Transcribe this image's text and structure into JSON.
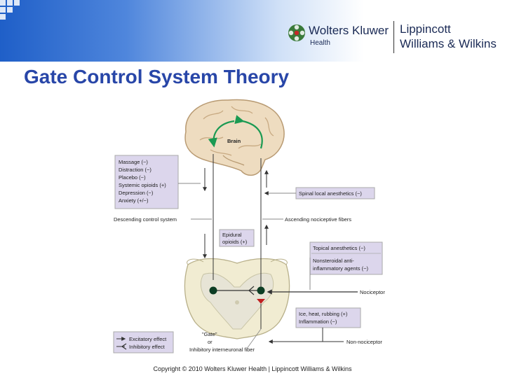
{
  "header": {
    "publisher": "Wolters Kluwer",
    "publisher_division": "Health",
    "imprint_line1": "Lippincott",
    "imprint_line2": "Williams & Wilkins"
  },
  "slide": {
    "title": "Gate Control System Theory",
    "copyright": "Copyright © 2010 Wolters Kluwer Health | Lippincott Williams & Wilkins"
  },
  "diagram": {
    "brain_label": "Brain",
    "modulators": [
      "Massage (−)",
      "Distraction (−)",
      "Placebo (−)",
      "Systemic opioids (+)",
      "Depression (−)",
      "Anxiety (+/−)"
    ],
    "descending_label": "Descending control system",
    "spinal_anesthetics": "Spinal local anesthetics (−)",
    "ascending_label": "Ascending nociceptive fibers",
    "epidural_line1": "Epidural",
    "epidural_line2": "opioids (+)",
    "topical_anesthetics": "Topical anesthetics (−)",
    "nsaid_line1": "Nonsteroidal anti-",
    "nsaid_line2": "inflammatory agents (−)",
    "nociceptor_label": "Nociceptor",
    "ice_line1": "Ice, heat, rubbing (+)",
    "ice_line2": "Inflammation (−)",
    "non_nociceptor_label": "Non-nociceptor",
    "gate_line1": "\"Gate\"",
    "gate_line2": "or",
    "gate_line3": "Inhibitory interneuronal fiber",
    "legend_excitatory": "Excitatory effect",
    "legend_inhibitory": "Inhibitory effect",
    "colors": {
      "brain": "#eedcc0",
      "brain_outline": "#b89a72",
      "box_fill": "#dcd6ec",
      "box_outline": "#aaaaaa",
      "cord": "#f1ecd2",
      "cord_outline": "#b8b08a",
      "node": "#0c3d24",
      "green_arrow": "#1a9a52",
      "inhibit": "#c02020",
      "title": "#2846a8"
    }
  }
}
